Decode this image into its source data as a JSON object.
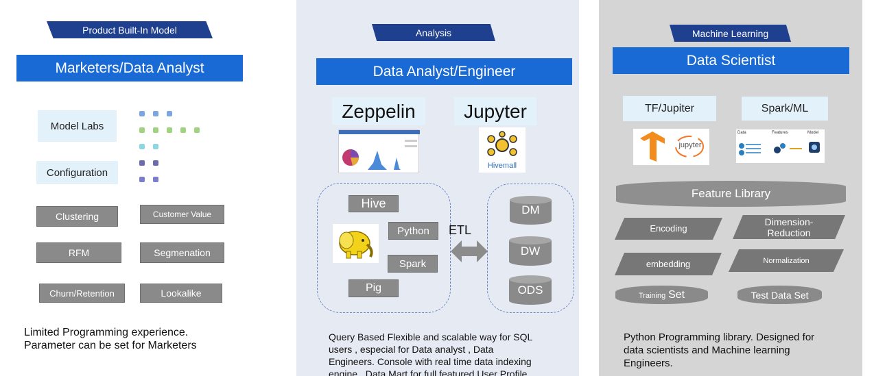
{
  "left": {
    "tag": "Product Built-In Model",
    "banner": "Marketers/Data Analyst",
    "model_labs": "Model Labs",
    "configuration": "Configuration",
    "modules": [
      "Clustering",
      "Customer Value",
      "RFM",
      "Segmenation",
      "Churn/Retention",
      "Lookalike"
    ],
    "note": [
      "Limited Programming experience.",
      "Parameter can be set for Marketers"
    ]
  },
  "middle": {
    "tag": "Analysis",
    "banner": "Data Analyst/Engineer",
    "tool1": "Zeppelin",
    "tool2": "Jupyter",
    "hivemall_label": "Hivemall",
    "engines": {
      "hive": "Hive",
      "python": "Python",
      "spark": "Spark",
      "pig": "Pig"
    },
    "etl": "ETL",
    "stores": [
      "DM",
      "DW",
      "ODS"
    ],
    "note": [
      "Query Based Flexible and scalable way for SQL",
      "users , especial for Data analyst , Data",
      "Engineers. Console with real time data indexing",
      "engine , Data Mart for full featured User Profile"
    ]
  },
  "right": {
    "tag": "Machine Learning",
    "banner": "Data Scientist",
    "tool1": "TF/Jupiter",
    "tool2": "Spark/ML",
    "jupyter_label": "jupyter",
    "feature_library": "Feature Library",
    "features": {
      "encoding": "Encoding",
      "dimension": [
        "Dimension-",
        "Reduction"
      ],
      "embedding": "embedding",
      "normalization": "Normalization"
    },
    "training_set": {
      "small": "Training",
      "big": "Set"
    },
    "test_set": "Test Data Set",
    "flow_labels": [
      "Data",
      "Features",
      "Model"
    ],
    "note": [
      "Python Programming library. Designed for",
      "data scientists and Machine learning",
      "Engineers."
    ]
  },
  "colors": {
    "tag": "#1f3f8f",
    "banner": "#1a6ad6",
    "light_box": "#e3f1fa",
    "gray_box": "#8a8a8a"
  }
}
